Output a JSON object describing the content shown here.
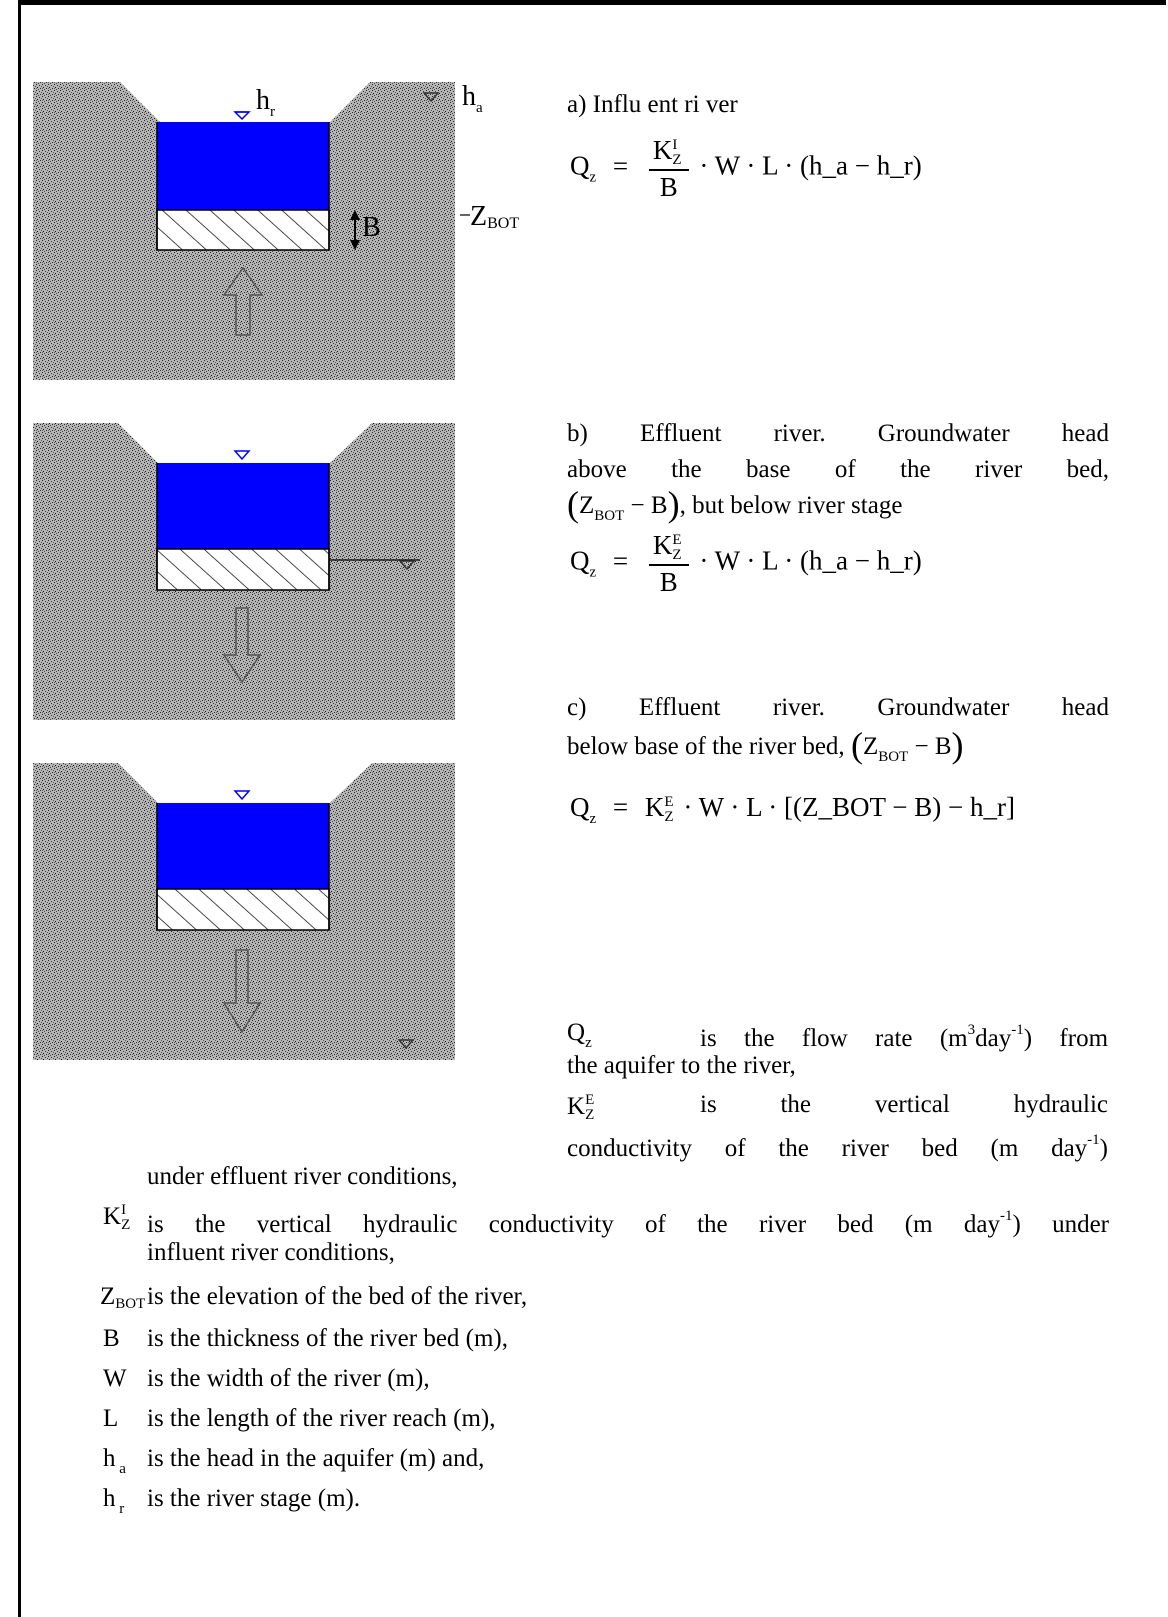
{
  "colors": {
    "water": "#0000ff",
    "ground": "#a9a9a9",
    "ground_dark": "#222222"
  },
  "figure": {
    "a": {
      "hr_label": "h",
      "hr_sub": "r",
      "ha_label": "h",
      "ha_sub": "a",
      "zbot_label": "Z",
      "zbot_sub": "BOT",
      "b_label": "B",
      "flow": "up"
    },
    "b": {
      "flow": "down"
    },
    "c": {
      "flow": "down"
    }
  },
  "cases": {
    "a": {
      "heading": "a) Influ ent ri ver"
    },
    "b": {
      "heading_line1": "b) Effluent river. Groundwater head",
      "heading_line2": "above the base of the river bed,",
      "heading_line3": "but below river stage",
      "inline_expr": "(Z_BOT − B),"
    },
    "c": {
      "heading_line1": "c) Effluent river. Groundwater head",
      "heading_line2": "below base of the river bed,",
      "inline_expr": "(Z_BOT − B)"
    }
  },
  "equations": {
    "a": {
      "lhs": "Q",
      "lhs_sub": "z",
      "eq": "=",
      "num": "K",
      "num_sup": "I",
      "num_sub": "Z",
      "den": "B",
      "rest": "· W · L · (h_a − h_r)"
    },
    "b": {
      "lhs": "Q",
      "lhs_sub": "z",
      "eq": "=",
      "num": "K",
      "num_sup": "E",
      "num_sub": "Z",
      "den": "B",
      "rest": "· W · L · (h_a − h_r)"
    },
    "c": {
      "lhs": "Q",
      "lhs_sub": "z",
      "eq": "=",
      "k": "K",
      "k_sup": "E",
      "k_sub": "Z",
      "rest": "· W · L · [(Z_BOT − B) − h_r]"
    }
  },
  "definitions": [
    {
      "symbol": "Qz",
      "text": "is the flow rate (m3day-1) from the aquifer to the river,"
    },
    {
      "symbol": "K E Z",
      "text": "is the vertical hydraulic conductivity of the river bed (m day-1) under effluent river conditions,"
    },
    {
      "symbol": "K I Z",
      "text": "is the vertical hydraulic conductivity of the river bed (m day-1) under influent river conditions,"
    },
    {
      "symbol": "Z BOT",
      "text": "is the elevation of the bed of the river,"
    },
    {
      "symbol": "B",
      "text": "is the thickness of the river bed (m),"
    },
    {
      "symbol": "W",
      "text": "is the width of the river (m),"
    },
    {
      "symbol": "L",
      "text": "is the length of the river reach (m),"
    },
    {
      "symbol": "h a",
      "text": "is the head in the aquifer (m) and,"
    },
    {
      "symbol": "h r",
      "text": "is the river stage (m)."
    }
  ]
}
